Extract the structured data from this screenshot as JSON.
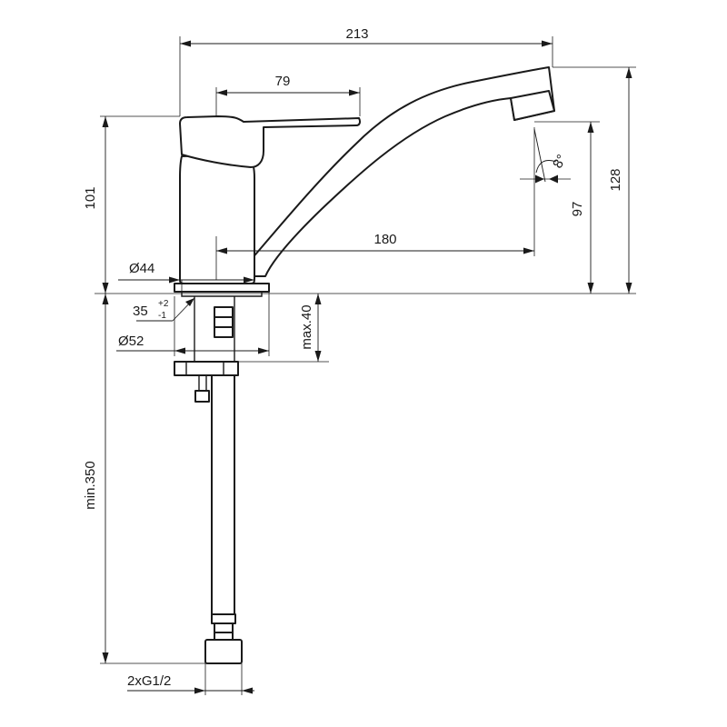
{
  "dimensions": {
    "overall_length": "213",
    "lever_length": "79",
    "body_height": "101",
    "spout_reach": "180",
    "outlet_height": "97",
    "total_height": "128",
    "spout_angle": "8°",
    "body_diameter": "Ø44",
    "base_diameter": "Ø52",
    "hole_diameter": "35",
    "hole_tolerance_upper": "+2",
    "hole_tolerance_lower": "-1",
    "max_counter_thickness": "max.40",
    "min_hose_length": "min.350",
    "connection_thread": "2xG1/2"
  },
  "colors": {
    "line": "#1a1a1a",
    "background": "#ffffff"
  }
}
